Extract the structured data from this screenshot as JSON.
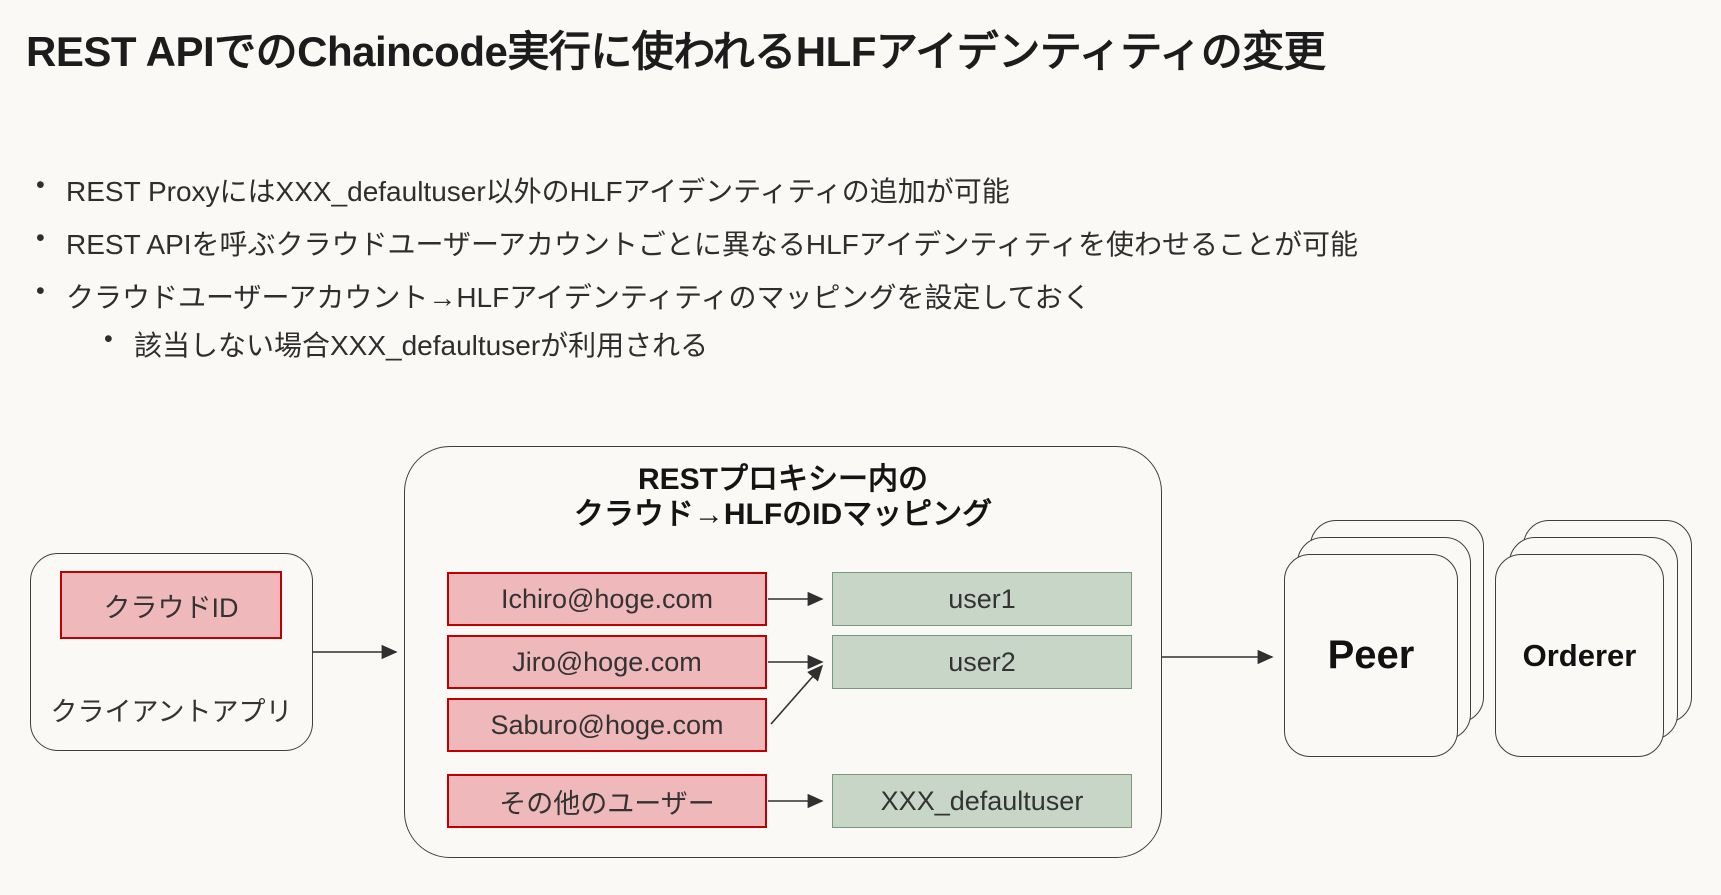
{
  "slide": {
    "title": "REST APIでのChaincode実行に使われるHLFアイデンティティの変更",
    "bullets": [
      {
        "level": 1,
        "text": "REST ProxyにはXXX_defaultuser以外のHLFアイデンティティの追加が可能"
      },
      {
        "level": 1,
        "text": "REST APIを呼ぶクラウドユーザーアカウントごとに異なるHLFアイデンティティを使わせることが可能"
      },
      {
        "level": 1,
        "text": "クラウドユーザーアカウント→HLFアイデンティティのマッピングを設定しておく"
      },
      {
        "level": 2,
        "text": "該当しない場合XXX_defaultuserが利用される"
      }
    ]
  },
  "diagram": {
    "client_app": {
      "cloud_id_label": "クラウドID",
      "label": "クライアントアプリ"
    },
    "proxy": {
      "title_line1": "RESTプロキシー内の",
      "title_line2": "クラウド→HLFのIDマッピング",
      "cloud_users": [
        "Ichiro@hoge.com",
        "Jiro@hoge.com",
        "Saburo@hoge.com",
        "その他のユーザー"
      ],
      "hlf_identities": [
        "user1",
        "user2",
        "XXX_defaultuser"
      ]
    },
    "peer_label": "Peer",
    "orderer_label": "Orderer"
  },
  "colors": {
    "background": "#faf9f6",
    "outline": "#3f3f3f",
    "pink_fill": "#efb8ba",
    "pink_border": "#c00000",
    "green_fill": "#c8d6c7",
    "green_border": "#78997b",
    "arrow": "#303030"
  }
}
